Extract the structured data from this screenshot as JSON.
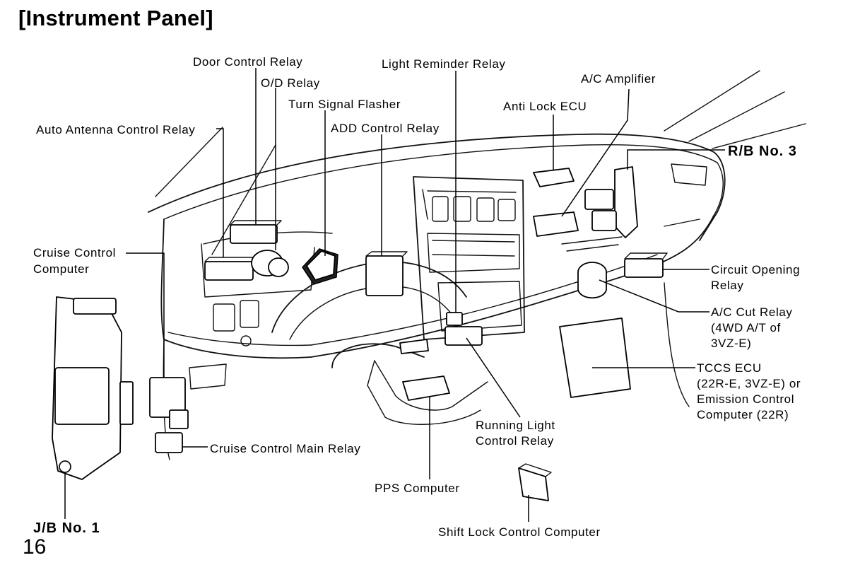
{
  "page": {
    "title": "[Instrument Panel]",
    "page_number": "16"
  },
  "labels": {
    "door_control_relay": "Door Control Relay",
    "od_relay": "O/D Relay",
    "turn_signal_flasher": "Turn Signal Flasher",
    "auto_antenna_control_relay": "Auto Antenna Control Relay",
    "add_control_relay": "ADD Control Relay",
    "light_reminder_relay": "Light Reminder Relay",
    "ac_amplifier": "A/C Amplifier",
    "anti_lock_ecu": "Anti Lock ECU",
    "rb_no3": "R/B No. 3",
    "cruise_control_computer_1": "Cruise Control",
    "cruise_control_computer_2": "Computer",
    "circuit_opening_relay_1": "Circuit Opening",
    "circuit_opening_relay_2": "Relay",
    "ac_cut_relay_1": "A/C Cut Relay",
    "ac_cut_relay_2": "(4WD A/T of",
    "ac_cut_relay_3": "3VZ-E)",
    "tccs_ecu_1": "TCCS ECU",
    "tccs_ecu_2": "(22R-E, 3VZ-E) or",
    "tccs_ecu_3": "Emission Control",
    "tccs_ecu_4": "Computer (22R)",
    "running_light_1": "Running Light",
    "running_light_2": "Control Relay",
    "cruise_control_main_relay": "Cruise Control Main Relay",
    "pps_computer": "PPS Computer",
    "shift_lock_control_computer": "Shift Lock Control Computer",
    "jb_no1": "J/B No. 1"
  }
}
